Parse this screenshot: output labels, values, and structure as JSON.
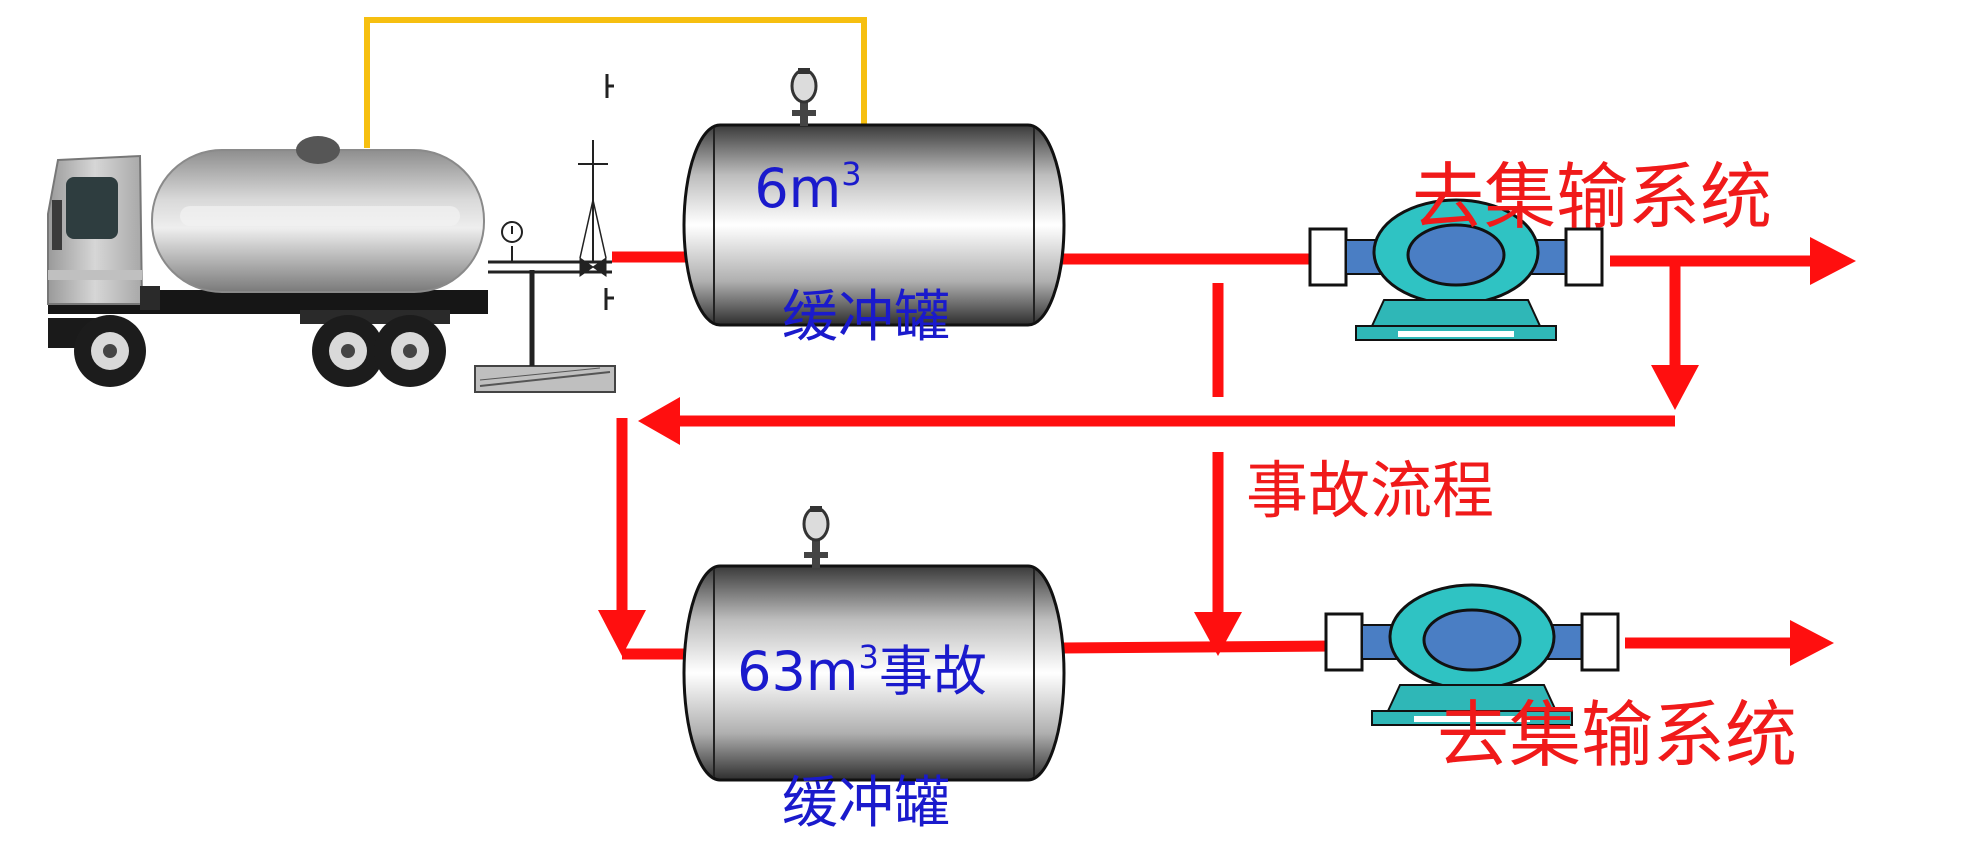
{
  "colors": {
    "flow": "#ff0f0f",
    "vent_line": "#f6bf10",
    "tank_label": "#1a1acc",
    "route_label": "#f01a1a",
    "pump_body": "#2fc3c3",
    "pump_core": "#4a7ec4",
    "pump_base": "#2fb7b7"
  },
  "tanks": {
    "buffer_volume_main": "6m",
    "buffer_volume_sup": "3",
    "buffer_name": "缓冲罐",
    "emergency_volume_main": "63m",
    "emergency_volume_sup": "3",
    "emergency_volume_suffix": "事故",
    "emergency_name": "缓冲罐"
  },
  "routes": {
    "to_gathering_top": "去集输系统",
    "to_gathering_bottom": "去集输系统",
    "emergency_flow": "事故流程"
  },
  "icons": [
    "tanker-truck-icon",
    "valve-icon",
    "pressure-gauge-icon",
    "safety-valve-icon",
    "pump-icon"
  ]
}
